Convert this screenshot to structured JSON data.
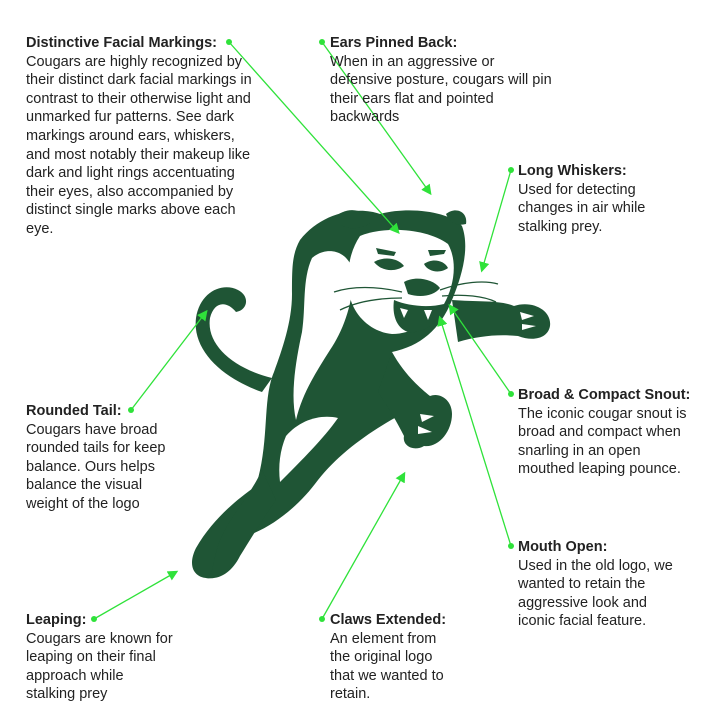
{
  "colors": {
    "cougar_green": "#1f5535",
    "callout_line": "#2fe23a",
    "text": "#222222"
  },
  "annotations": [
    {
      "key": "facial",
      "title": "Distinctive Facial Markings:",
      "body": "Cougars are highly recognized by their distinct dark facial markings in contrast to their otherwise light and unmarked fur patterns. See dark markings around ears, whiskers, and most notably their makeup like dark and light rings accentuating their eyes, also accompanied by distinct single marks above each eye."
    },
    {
      "key": "ears",
      "title": "Ears Pinned Back:",
      "body": "When in an aggressive or defensive posture, cougars will pin their ears flat and pointed backwards"
    },
    {
      "key": "whiskers",
      "title": "Long Whiskers:",
      "body": "Used for detecting changes in air while stalking prey."
    },
    {
      "key": "tail",
      "title": "Rounded Tail:",
      "body": "Cougars have broad rounded tails for keep balance. Ours helps balance the visual weight of the logo"
    },
    {
      "key": "snout",
      "title": "Broad & Compact Snout:",
      "body": "The iconic cougar snout is broad and compact when snarling in an open mouthed leaping pounce."
    },
    {
      "key": "mouth",
      "title": "Mouth Open:",
      "body": "Used in the old logo, we wanted to retain the aggressive look and iconic facial feature."
    },
    {
      "key": "leaping",
      "title": "Leaping:",
      "body": "Cougars are known for leaping on their final approach while stalking prey"
    },
    {
      "key": "claws",
      "title": "Claws Extended:",
      "body": "An element from the original logo that we wanted to retain."
    }
  ]
}
